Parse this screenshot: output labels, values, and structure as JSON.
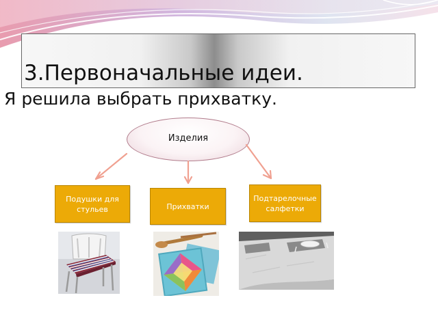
{
  "slide": {
    "title": "3.Первоначальные идеи.",
    "subtitle": "Я решила выбрать прихватку."
  },
  "diagram": {
    "root": "Изделия",
    "children": [
      {
        "label": "Подушки для стульев",
        "image": "chair-cushion-photo"
      },
      {
        "label": "Прихватки",
        "image": "potholder-photo"
      },
      {
        "label": "Подтарелочные салфетки",
        "image": "placemat-photo"
      }
    ]
  },
  "colors": {
    "node_fill": "#ecaa07",
    "node_text": "#ffffff",
    "arrow": "#f0a090",
    "ellipse_border": "#b07a8a"
  }
}
